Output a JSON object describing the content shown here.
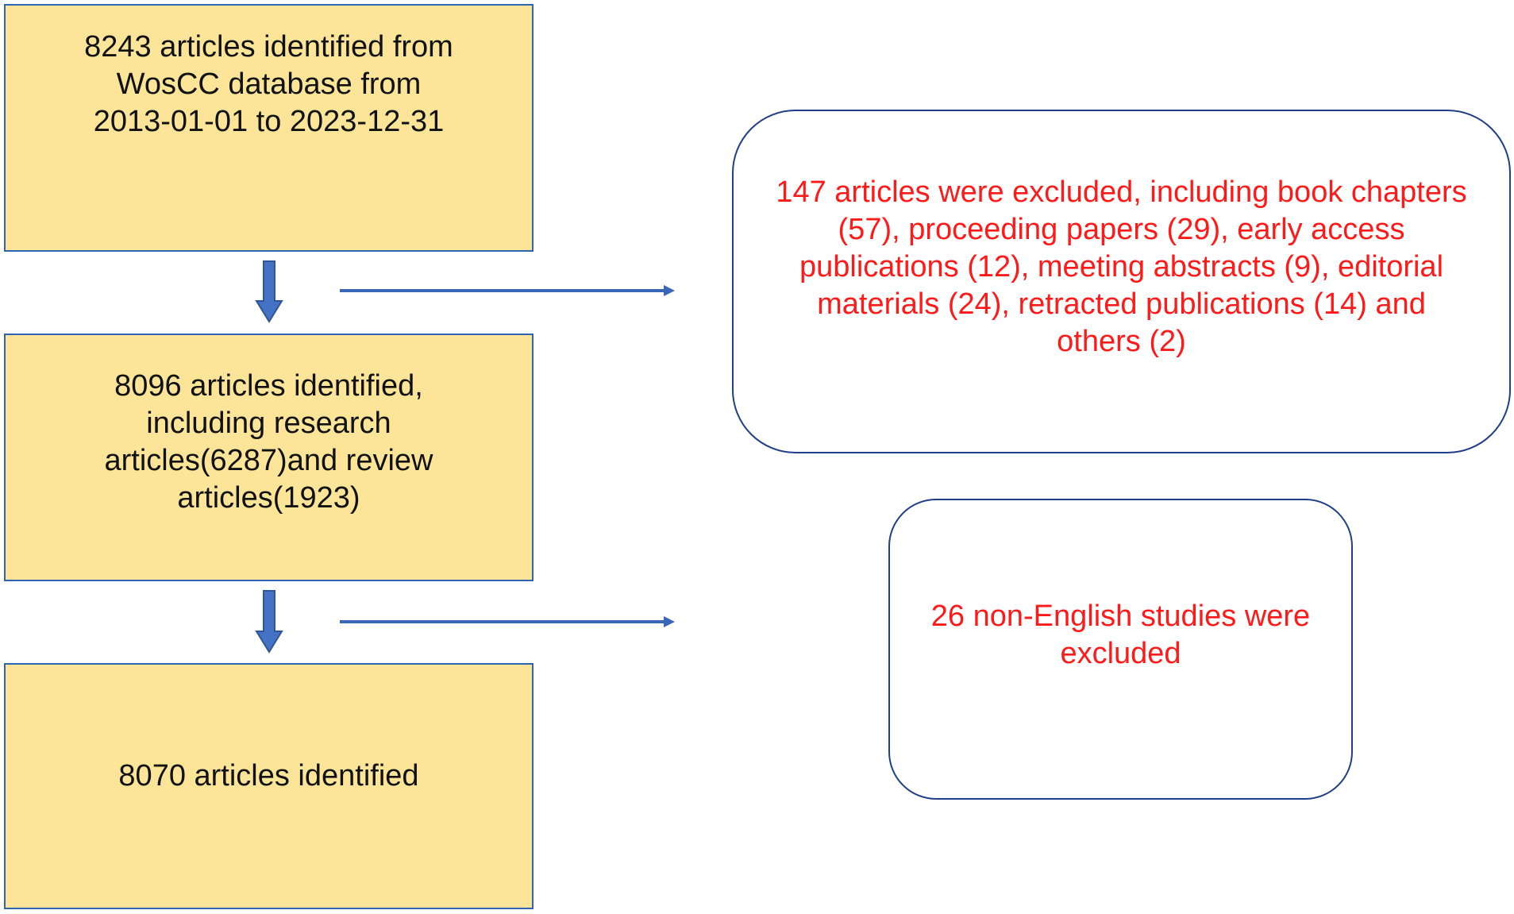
{
  "flow": {
    "box1": "8243 articles identified from\nWosCC database from\n2013-01-01 to 2023-12-31",
    "box2": "8096 articles identified,\nincluding research\narticles(6287)and review\narticles(1923)",
    "box3": "8070 articles identified"
  },
  "exclusions": {
    "first": "147 articles were excluded, including book chapters\n(57), proceeding papers (29), early access\npublications (12), meeting abstracts (9), editorial\nmaterials (24), retracted publications (14) and\nothers (2)",
    "second": "26 non-English studies were\nexcluded"
  },
  "colors": {
    "box_fill": "#fce598",
    "box_border": "#2e64b0",
    "exclusion_text": "#ff1a1a",
    "arrow": "#3a66b8"
  }
}
